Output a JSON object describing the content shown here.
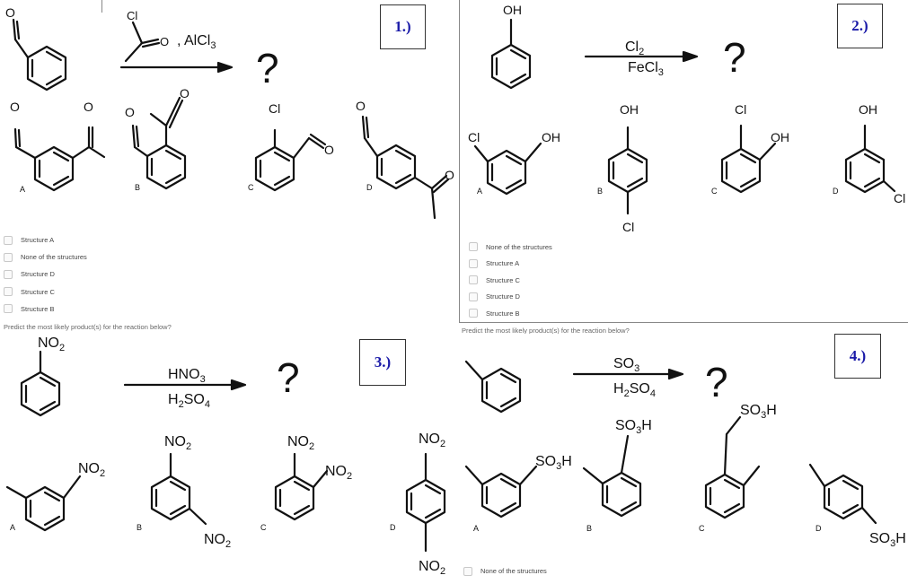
{
  "q1": {
    "number": "1.)",
    "question_mark": "?",
    "reagent_cl": "Cl",
    "reagent_o": "O",
    "reagent_suffix": ", AlCl",
    "reagent_sub": "3",
    "start_o": "O",
    "labels": [
      "A",
      "B",
      "C",
      "D"
    ],
    "atoms": {
      "a_o1": "O",
      "a_o2": "O",
      "b_o1": "O",
      "b_o2": "O",
      "c_cl": "Cl",
      "c_o": "O",
      "d_o1": "O",
      "d_o2": "O"
    },
    "options": [
      "Structure A",
      "None of the structures",
      "Structure D",
      "Structure C",
      "Structure B"
    ]
  },
  "q2": {
    "number": "2.)",
    "question_mark": "?",
    "start_oh": "OH",
    "reagent_top": "Cl",
    "reagent_top_sub": "2",
    "reagent_bottom": "FeCl",
    "reagent_bottom_sub": "3",
    "labels": [
      "A",
      "B",
      "C",
      "D"
    ],
    "atoms": {
      "a_cl": "Cl",
      "a_oh": "OH",
      "b_oh": "OH",
      "b_cl": "Cl",
      "c_cl": "Cl",
      "c_oh": "OH",
      "d_oh": "OH",
      "d_cl": "Cl"
    },
    "options": [
      "None of the structures",
      "Structure A",
      "Structure C",
      "Structure D",
      "Structure B"
    ]
  },
  "q3": {
    "number": "3.)",
    "caption": "Predict the most likely product(s) for the reaction below?",
    "question_mark": "?",
    "start_group": "NO",
    "reagent_top": "HNO",
    "reagent_top_sub": "3",
    "reagent_bottom": "H",
    "reagent_bottom_mid": "SO",
    "reagent_bottom_sub1": "2",
    "reagent_bottom_sub2": "4",
    "group": "NO",
    "group_sub": "2",
    "labels": [
      "A",
      "B",
      "C",
      "D"
    ]
  },
  "q4": {
    "number": "4.)",
    "caption": "Predict the most likely product(s) for the reaction below?",
    "question_mark": "?",
    "reagent_top": "SO",
    "reagent_top_sub": "3",
    "reagent_bottom": "H",
    "reagent_bottom_mid": "SO",
    "reagent_bottom_sub1": "2",
    "reagent_bottom_sub2": "4",
    "group": "SO",
    "group_sub": "3",
    "group_h": "H",
    "labels": [
      "A",
      "B",
      "C",
      "D"
    ],
    "options": [
      "None of the structures"
    ]
  },
  "colors": {
    "qnum": "#1a1aa8",
    "ink": "#111111",
    "option_text": "#444444"
  }
}
